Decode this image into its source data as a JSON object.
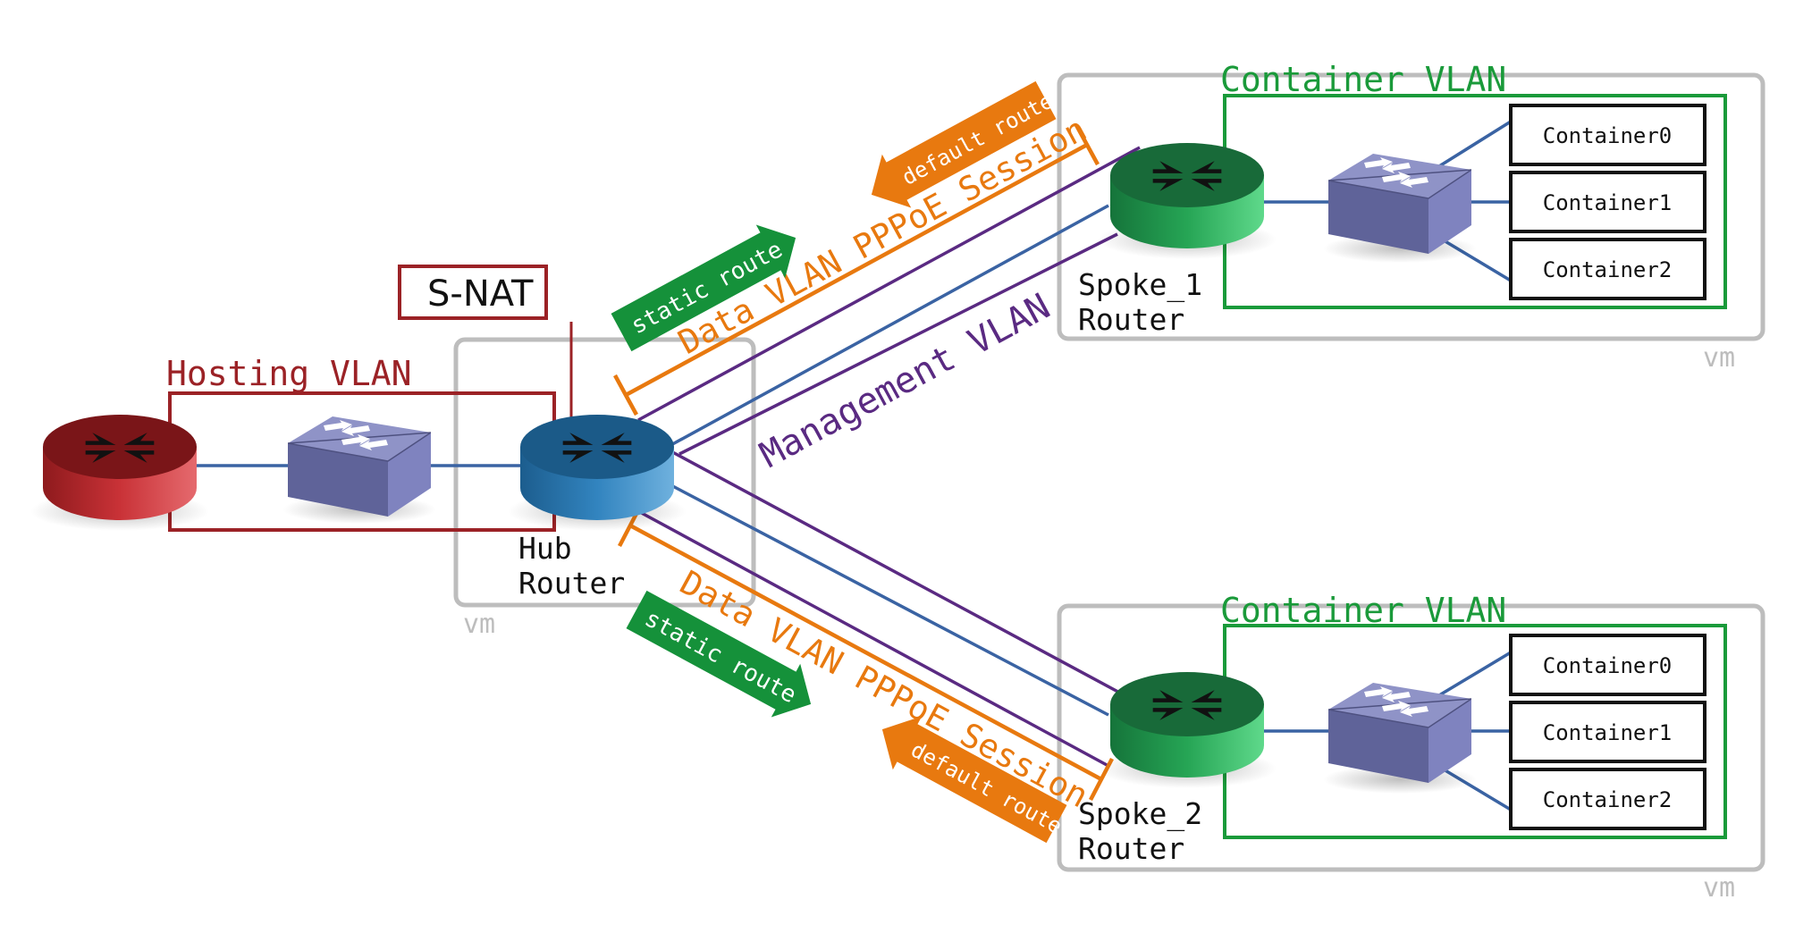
{
  "colors": {
    "hosting": "#9b2226",
    "container": "#1a9a3a",
    "data": "#e8790f",
    "mgmt": "#5a2a82",
    "link": "#3a63a3",
    "vm": "#bdbdbd",
    "green_arrow": "#15913a",
    "switch": "#6c6fa8",
    "router_red": "#b8282c",
    "router_blue": "#2f7fb8",
    "router_green": "#2eae5a"
  },
  "labels": {
    "hosting_vlan": "Hosting VLAN",
    "snat": "S-NAT",
    "hub_router": [
      "Hub",
      "Router"
    ],
    "vm": "vm",
    "container_vlan": "Container VLAN",
    "spoke1_router": [
      "Spoke_1",
      "Router"
    ],
    "spoke2_router": [
      "Spoke_2",
      "Router"
    ],
    "data_vlan_session": "Data VLAN PPPoE Session",
    "management_vlan": "Management VLAN",
    "static_route": "static route",
    "default_route": "default route",
    "containers": [
      "Container0",
      "Container1",
      "Container2"
    ]
  }
}
